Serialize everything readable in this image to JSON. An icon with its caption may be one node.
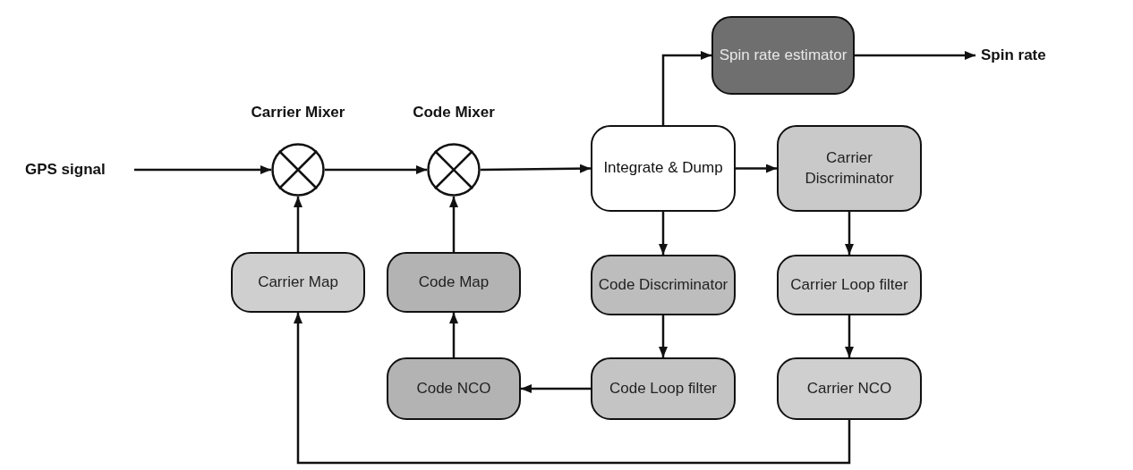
{
  "diagram": {
    "nodes": [
      {
        "text": [
          "GPS signal"
        ]
      },
      {
        "text": [
          "Carrier Mixer"
        ]
      },
      {
        "text": [
          "Code Mixer"
        ]
      },
      {
        "text": [
          "Integrate & Dump"
        ]
      },
      {
        "text": [
          "Spin rate estimator"
        ]
      },
      {
        "text": [
          "Spin rate"
        ]
      },
      {
        "text": [
          "Carrier Discriminator"
        ]
      },
      {
        "text": [
          "Carrier Map"
        ]
      },
      {
        "text": [
          "Code Map"
        ]
      },
      {
        "text": [
          "Code Discriminator"
        ]
      },
      {
        "text": [
          "Carrier Loop filter"
        ]
      },
      {
        "text": [
          "Code NCO"
        ]
      },
      {
        "text": [
          "Code Loop filter"
        ]
      },
      {
        "text": [
          "Carrier NCO"
        ]
      }
    ],
    "edges": [
      {
        "from": 0,
        "to": 1,
        "arrow": "to"
      },
      {
        "from": 1,
        "to": 2,
        "arrow": "to"
      },
      {
        "from": 2,
        "to": 3,
        "arrow": "to"
      },
      {
        "from": 3,
        "to": 4,
        "arrow": "to"
      },
      {
        "from": 4,
        "to": 5,
        "arrow": "to"
      },
      {
        "from": 3,
        "to": 6,
        "arrow": "to"
      },
      {
        "from": 3,
        "to": 9,
        "arrow": "to"
      },
      {
        "from": 6,
        "to": 10,
        "arrow": "to"
      },
      {
        "from": 10,
        "to": 13,
        "arrow": "to"
      },
      {
        "from": 9,
        "to": 12,
        "arrow": "to"
      },
      {
        "from": 12,
        "to": 11,
        "arrow": "to"
      },
      {
        "from": 11,
        "to": 8,
        "arrow": "to"
      },
      {
        "from": 8,
        "to": 2,
        "arrow": "to"
      },
      {
        "from": 7,
        "to": 1,
        "arrow": "to"
      },
      {
        "from": 13,
        "to": 7,
        "arrow": "to"
      }
    ]
  }
}
